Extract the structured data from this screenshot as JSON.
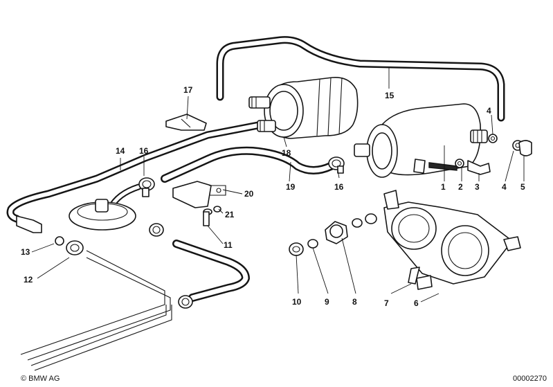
{
  "diagram": {
    "callouts": [
      {
        "id": "1",
        "label": "1"
      },
      {
        "id": "2",
        "label": "2"
      },
      {
        "id": "3",
        "label": "3"
      },
      {
        "id": "4a",
        "label": "4"
      },
      {
        "id": "4b",
        "label": "4"
      },
      {
        "id": "5",
        "label": "5"
      },
      {
        "id": "6",
        "label": "6"
      },
      {
        "id": "7",
        "label": "7"
      },
      {
        "id": "8",
        "label": "8"
      },
      {
        "id": "9",
        "label": "9"
      },
      {
        "id": "10",
        "label": "10"
      },
      {
        "id": "11",
        "label": "11"
      },
      {
        "id": "12",
        "label": "12"
      },
      {
        "id": "13",
        "label": "13"
      },
      {
        "id": "14",
        "label": "14"
      },
      {
        "id": "15",
        "label": "15"
      },
      {
        "id": "16a",
        "label": "16"
      },
      {
        "id": "16b",
        "label": "16"
      },
      {
        "id": "17",
        "label": "17"
      },
      {
        "id": "18",
        "label": "18"
      },
      {
        "id": "19",
        "label": "19"
      },
      {
        "id": "20",
        "label": "20"
      },
      {
        "id": "21",
        "label": "21"
      }
    ]
  },
  "footer": {
    "copyright": "© BMW AG",
    "document_number": "00002270"
  }
}
